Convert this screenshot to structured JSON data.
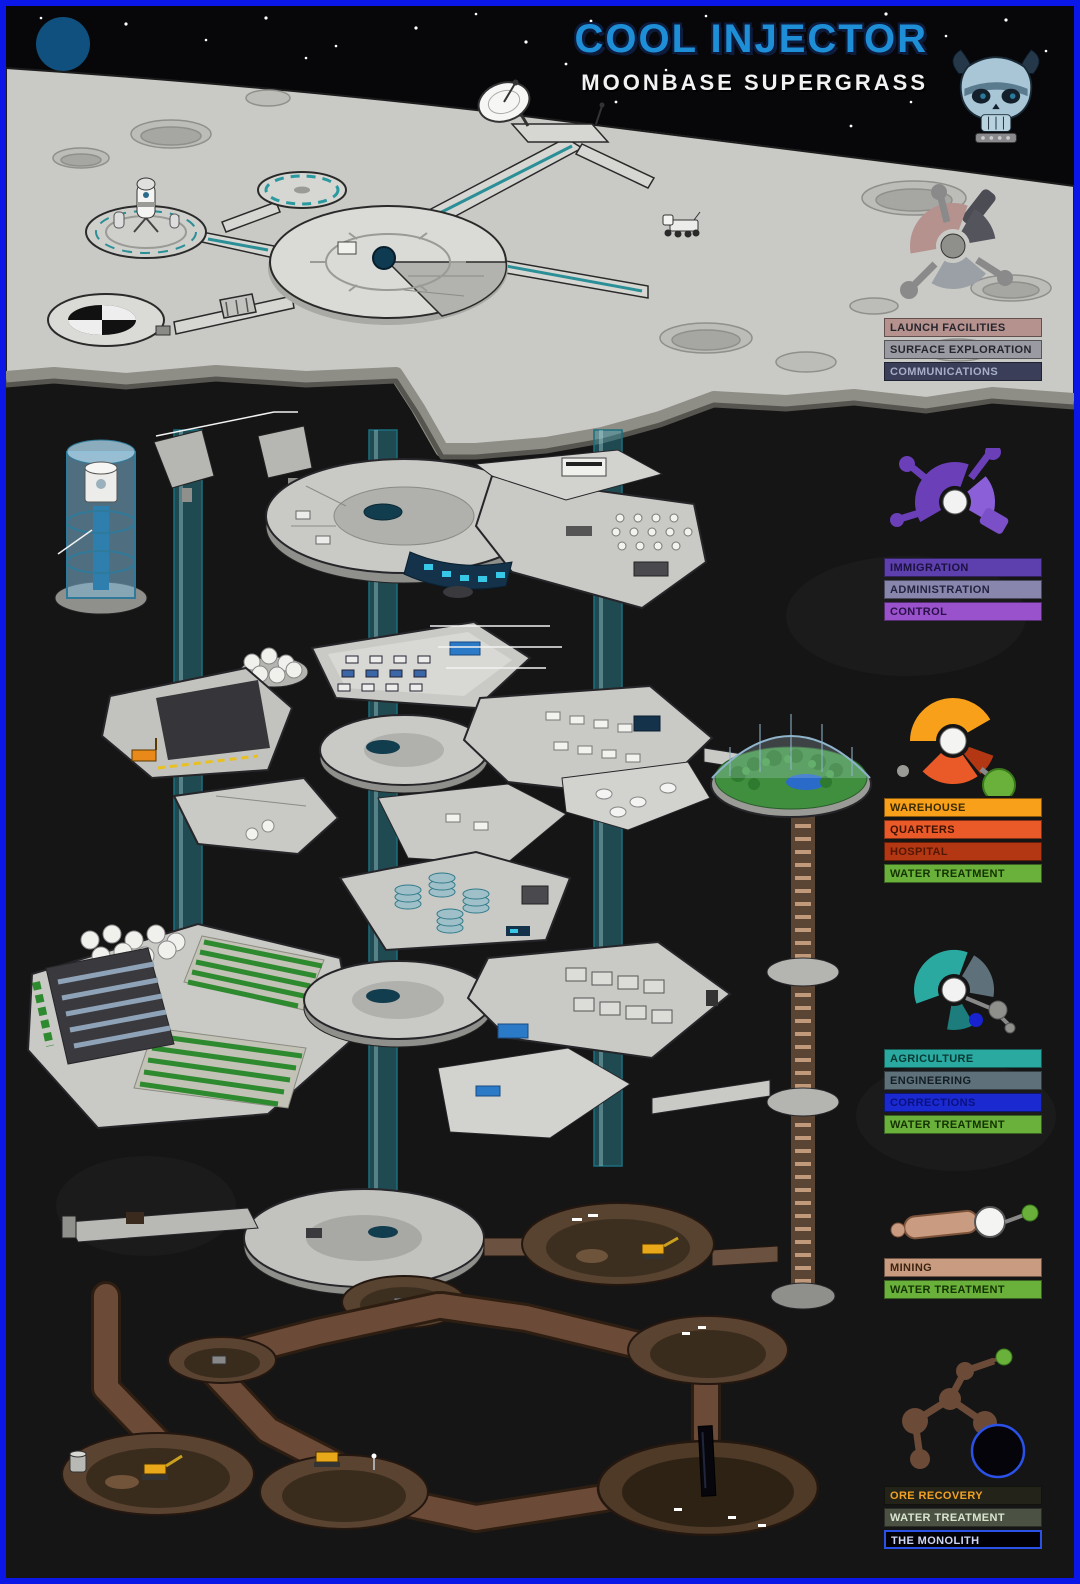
{
  "title": {
    "main": "COOL INJECTOR",
    "subtitle": "MOONBASE SUPERGRASS"
  },
  "colors": {
    "frame_border": "#0a17e6",
    "sky": "#07070a",
    "underground": "#151515",
    "moon_surface": "#c9c9c5",
    "elevator_shaft": "#2f93a8",
    "mine_tunnel": "#6b4a37",
    "title_text": "#1e8fd6",
    "subtitle_text": "#f2f2f2"
  },
  "icons": [
    "skull-logo",
    "level-icon-surface",
    "level-icon-administration",
    "level-icon-habitat",
    "level-icon-agriculture",
    "level-icon-mining",
    "level-icon-ore-recovery"
  ],
  "legend": {
    "groups": [
      {
        "id": "surface",
        "items": [
          {
            "label": "LAUNCH FACILITIES",
            "bg": "#b5928e",
            "fg": "#26262e"
          },
          {
            "label": "SURFACE EXPLORATION",
            "bg": "#9a9aa2",
            "fg": "#26262e"
          },
          {
            "label": "COMMUNICATIONS",
            "bg": "#3a3e58",
            "fg": "#a8aec8"
          }
        ]
      },
      {
        "id": "administration",
        "items": [
          {
            "label": "IMMIGRATION",
            "bg": "#5d3fae",
            "fg": "#1c1240"
          },
          {
            "label": "ADMINISTRATION",
            "bg": "#8886ac",
            "fg": "#232340"
          },
          {
            "label": "CONTROL",
            "bg": "#9a52cc",
            "fg": "#2a1048"
          }
        ]
      },
      {
        "id": "habitat",
        "items": [
          {
            "label": "WAREHOUSE",
            "bg": "#f9a01b",
            "fg": "#3a2a00"
          },
          {
            "label": "QUARTERS",
            "bg": "#e95a28",
            "fg": "#3c1200"
          },
          {
            "label": "HOSPITAL",
            "bg": "#b23712",
            "fg": "#541703"
          },
          {
            "label": "WATER TREATMENT",
            "bg": "#6ab13c",
            "fg": "#143200"
          }
        ]
      },
      {
        "id": "agriculture",
        "items": [
          {
            "label": "AGRICULTURE",
            "bg": "#2aa9a1",
            "fg": "#073832"
          },
          {
            "label": "ENGINEERING",
            "bg": "#5e707a",
            "fg": "#121e24"
          },
          {
            "label": "CORRECTIONS",
            "bg": "#1b2ad0",
            "fg": "#0a1080"
          },
          {
            "label": "WATER TREATMENT",
            "bg": "#6ab13c",
            "fg": "#143200"
          }
        ]
      },
      {
        "id": "mining",
        "items": [
          {
            "label": "MINING",
            "bg": "#c99b80",
            "fg": "#3c2410"
          },
          {
            "label": "WATER TREATMENT",
            "bg": "#6ab13c",
            "fg": "#143200"
          }
        ]
      },
      {
        "id": "ore-recovery",
        "items": [
          {
            "label": "ORE RECOVERY",
            "bg": "#23231a",
            "fg": "#f0a224"
          },
          {
            "label": "WATER TREATMENT",
            "bg": "#4b5244",
            "fg": "#d9e4cf"
          },
          {
            "label": "THE MONOLITH",
            "bg": "#000006",
            "fg": "#cdd6f4",
            "border": "#2a52e8"
          }
        ]
      }
    ]
  }
}
